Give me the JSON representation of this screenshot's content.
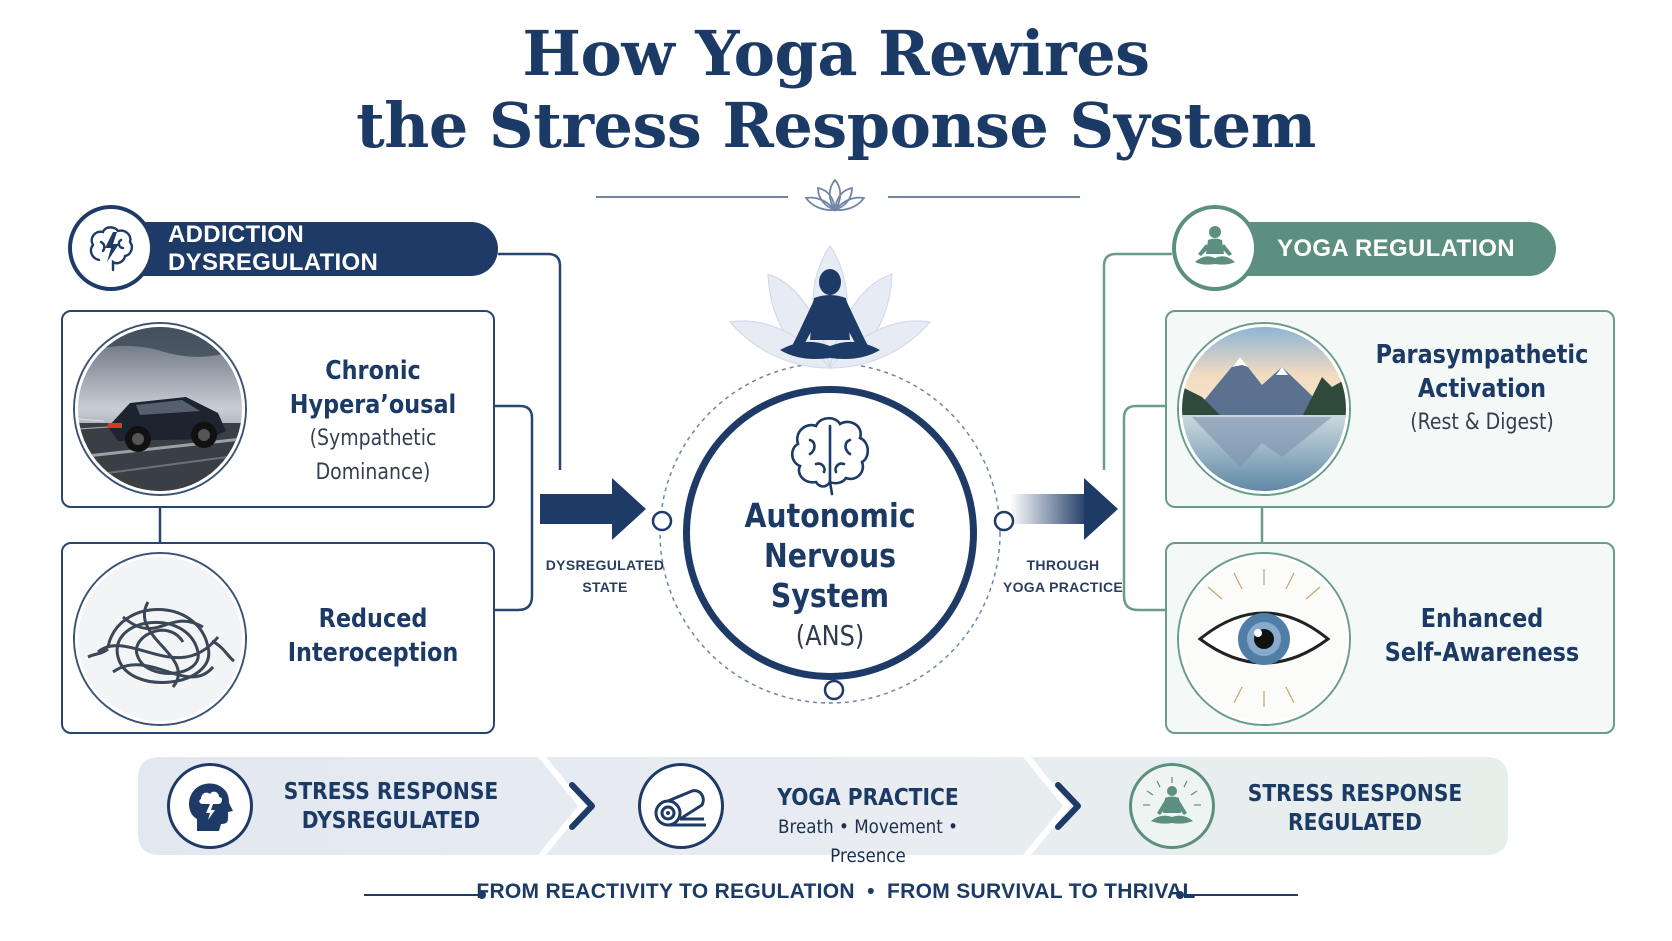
{
  "title": {
    "line1": "How Yoga Rewires",
    "line2": "the Stress Response System"
  },
  "left_panel": {
    "header": "ADDICTION DYSREGULATION",
    "icon": "brain-lightning-icon",
    "cards": [
      {
        "title": "Chronic Hypera’ousal",
        "subtitle": "(Sympathetic Dominance)",
        "image": "speeding-car-photo"
      },
      {
        "title_line1": "Reduced",
        "title_line2": "Interoception",
        "image": "tangled-wire-photo"
      }
    ]
  },
  "right_panel": {
    "header": "YOGA REGULATION",
    "icon": "meditating-person-icon",
    "cards": [
      {
        "title_line1": "Parasympathetic",
        "title_line2": "Activation",
        "subtitle": "(Rest & Digest)",
        "image": "mountain-lake-photo"
      },
      {
        "title_line1": "Enhanced",
        "title_line2": "Self-Awareness",
        "image": "eye-photo"
      }
    ]
  },
  "center": {
    "title_line1": "Autonomic",
    "title_line2": "Nervous System",
    "subtitle": "(ANS)",
    "left_arrow_label_line1": "DYSREGULATED",
    "left_arrow_label_line2": "STATE",
    "right_arrow_label_line1": "THROUGH",
    "right_arrow_label_line2": "YOGA PRACTICE"
  },
  "process_banner": {
    "steps": [
      {
        "line1": "STRESS RESPONSE",
        "line2": "DYSREGULATED",
        "icon": "head-storm-icon"
      },
      {
        "line1": "YOGA PRACTICE",
        "line2": "Breath • Movement • Presence",
        "icon": "yoga-mat-icon"
      },
      {
        "line1": "STRESS RESPONSE",
        "line2": "REGULATED",
        "icon": "meditation-glow-icon"
      }
    ]
  },
  "footer": "FROM REACTIVITY TO REGULATION  •  FROM SURVIVAL TO THRIVAL",
  "colors": {
    "navy": "#1e3a66",
    "sage": "#5c8f7f",
    "sage_light": "#f4f8f6"
  }
}
